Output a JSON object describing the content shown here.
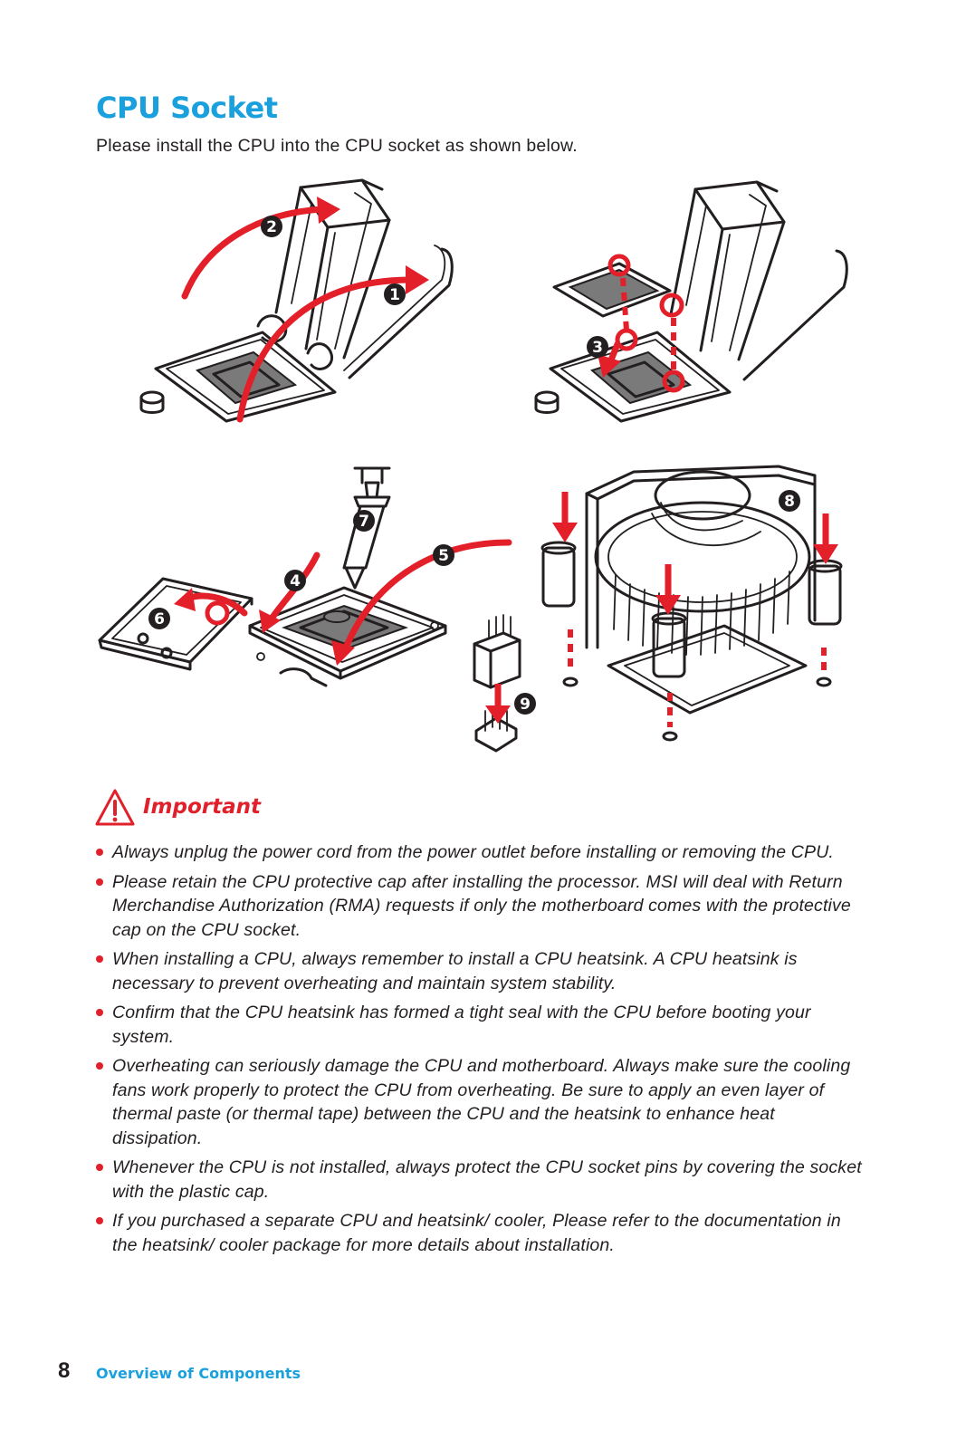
{
  "page": {
    "title": "CPU Socket",
    "intro": "Please install the CPU into the CPU socket as shown below."
  },
  "figure": {
    "step_numbers": [
      "1",
      "2",
      "3",
      "4",
      "5",
      "6",
      "7",
      "8",
      "9"
    ],
    "arrow_color": "#e3202a"
  },
  "important": {
    "label": "Important",
    "color": "#e0202a",
    "icon": "warning-triangle-icon",
    "bullets": [
      "Always unplug the power cord from the power outlet before installing or removing the CPU.",
      "Please retain the CPU protective cap after installing the processor. MSI will deal with Return Merchandise Authorization (RMA) requests if only the motherboard comes with the protective cap on the CPU socket.",
      "When installing a CPU, always remember to install a CPU heatsink. A CPU heatsink is necessary to prevent overheating and maintain system stability.",
      "Confirm that the CPU heatsink has formed a tight seal with the CPU before booting your system.",
      "Overheating can seriously damage the CPU and motherboard. Always make sure the cooling fans work properly to protect the CPU from overheating. Be sure to apply an even layer of thermal paste (or thermal tape) between the CPU and the heatsink to enhance heat dissipation.",
      "Whenever the CPU is not installed, always protect the CPU socket pins by covering the socket with the plastic cap.",
      "If you purchased a separate CPU and heatsink/ cooler, Please refer to the documentation in the heatsink/ cooler package for more details about installation."
    ]
  },
  "footer": {
    "page_number": "8",
    "section": "Overview of Components"
  },
  "colors": {
    "title": "#1aa0dc",
    "accent_red": "#e0202a",
    "text": "#231f20"
  }
}
